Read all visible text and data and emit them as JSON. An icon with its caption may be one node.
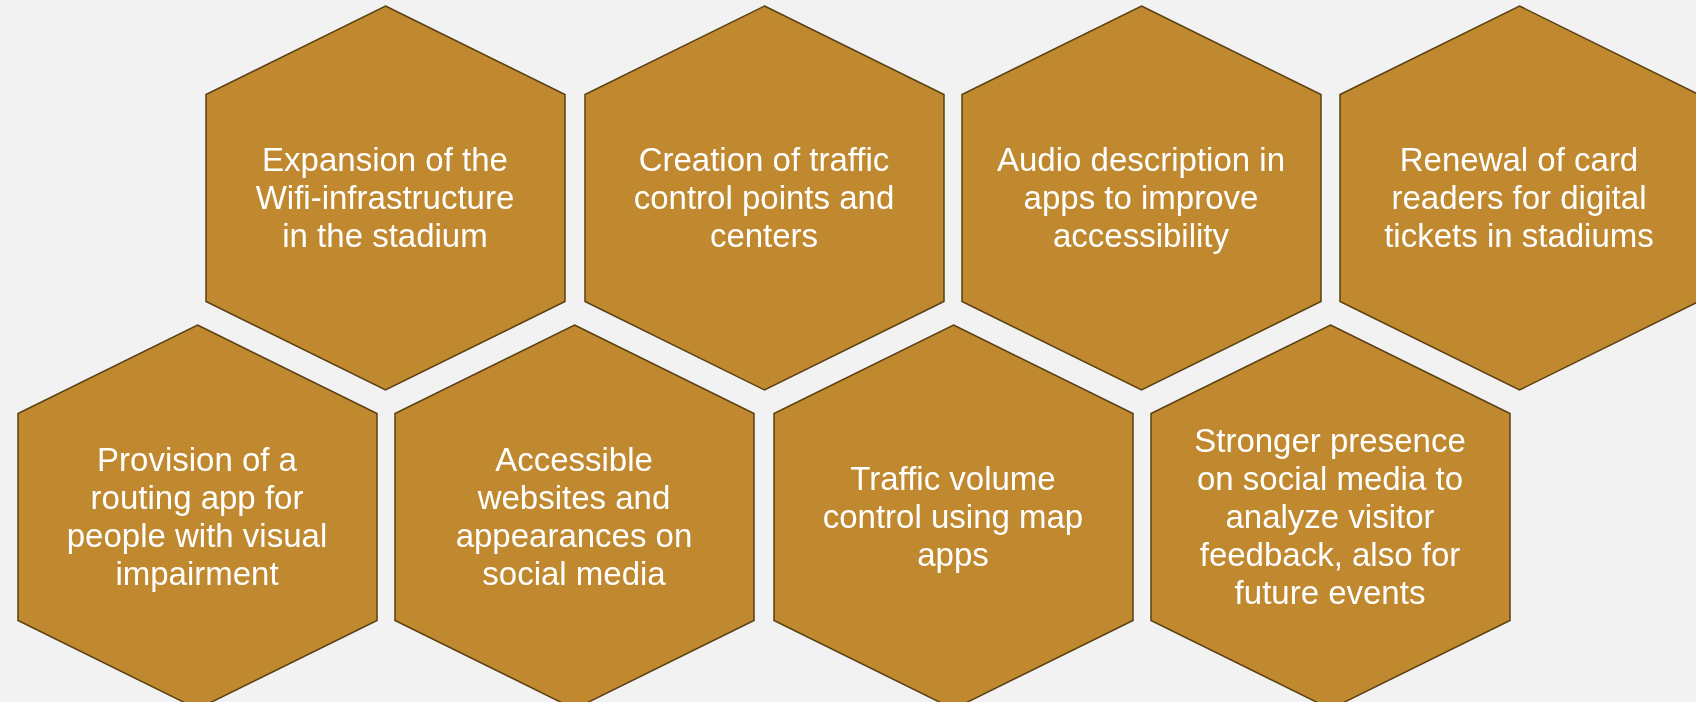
{
  "diagram": {
    "nodes": [
      {
        "text": [
          "Expansion of the Wifi-infrastructure in the stadium"
        ]
      },
      {
        "text": [
          "Creation of traffic control points and centers"
        ]
      },
      {
        "text": [
          "Audio description in apps to improve accessibility"
        ]
      },
      {
        "text": [
          "Renewal of card readers for digital tickets in stadiums"
        ]
      },
      {
        "text": [
          "Provision of a routing app for people with visual impairment"
        ]
      },
      {
        "text": [
          "Accessible websites and appearances on social media"
        ]
      },
      {
        "text": [
          "Traffic volume control using map apps"
        ]
      },
      {
        "text": [
          "Stronger presence on social media to analyze visitor feedback, also for future events"
        ]
      }
    ]
  }
}
